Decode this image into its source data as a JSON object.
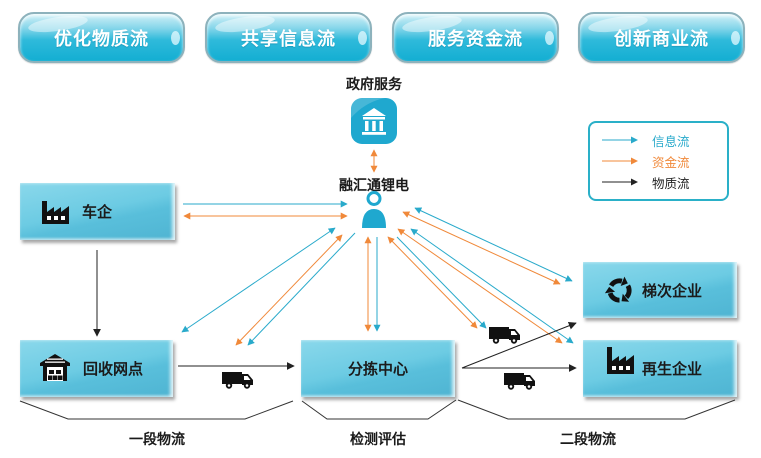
{
  "top_buttons": [
    {
      "label": "优化物质流"
    },
    {
      "label": "共享信息流"
    },
    {
      "label": "服务资金流"
    },
    {
      "label": "创新商业流"
    }
  ],
  "government": {
    "label": "政府服务",
    "icon": "bank-building-icon"
  },
  "hub": {
    "label": "融汇通锂电",
    "icon": "user-icon"
  },
  "nodes": {
    "car_company": {
      "label": "车企",
      "icon": "factory-icon"
    },
    "recycling_point": {
      "label": "回收网点",
      "icon": "warehouse-icon"
    },
    "sorting_center": {
      "label": "分拣中心"
    },
    "cascade_enterprise": {
      "label": "梯次企业",
      "icon": "recycle-icon"
    },
    "regeneration_enterprise": {
      "label": "再生企业",
      "icon": "factory-icon"
    }
  },
  "legend": {
    "items": [
      {
        "label": "信息流",
        "type": "info"
      },
      {
        "label": "资金流",
        "type": "money"
      },
      {
        "label": "物质流",
        "type": "material"
      }
    ]
  },
  "stages": [
    {
      "label": "一段物流"
    },
    {
      "label": "检测评估"
    },
    {
      "label": "二段物流"
    }
  ],
  "colors": {
    "info": "#29aacb",
    "money": "#f0893a",
    "material": "#222222",
    "accent": "#1fa8cf"
  },
  "flows": [
    {
      "from": "政府服务",
      "to": "融汇通锂电",
      "type": "money",
      "direction": "both"
    },
    {
      "from": "车企",
      "to": "融汇通锂电",
      "type": "info",
      "direction": "one-way"
    },
    {
      "from": "车企",
      "to": "融汇通锂电",
      "type": "money",
      "direction": "both"
    },
    {
      "from": "融汇通锂电",
      "to": "回收网点",
      "type": "info",
      "direction": "both"
    },
    {
      "from": "融汇通锂电",
      "to": "一段物流运输",
      "type": "money",
      "direction": "both"
    },
    {
      "from": "融汇通锂电",
      "to": "一段物流运输",
      "type": "info",
      "direction": "one-way"
    },
    {
      "from": "融汇通锂电",
      "to": "分拣中心",
      "type": "money",
      "direction": "both"
    },
    {
      "from": "融汇通锂电",
      "to": "分拣中心",
      "type": "info",
      "direction": "one-way"
    },
    {
      "from": "融汇通锂电",
      "to": "二段物流运输",
      "type": "money",
      "direction": "both"
    },
    {
      "from": "融汇通锂电",
      "to": "二段物流运输",
      "type": "info",
      "direction": "one-way"
    },
    {
      "from": "融汇通锂电",
      "to": "梯次企业",
      "type": "info",
      "direction": "both"
    },
    {
      "from": "融汇通锂电",
      "to": "梯次企业",
      "type": "money",
      "direction": "both"
    },
    {
      "from": "融汇通锂电",
      "to": "再生企业",
      "type": "info",
      "direction": "both"
    },
    {
      "from": "融汇通锂电",
      "to": "再生企业",
      "type": "money",
      "direction": "both"
    },
    {
      "from": "车企",
      "to": "回收网点",
      "type": "material",
      "direction": "one-way"
    },
    {
      "from": "回收网点",
      "to": "分拣中心",
      "type": "material",
      "direction": "one-way"
    },
    {
      "from": "分拣中心",
      "to": "梯次企业",
      "type": "material",
      "direction": "one-way"
    },
    {
      "from": "分拣中心",
      "to": "再生企业",
      "type": "material",
      "direction": "one-way"
    }
  ]
}
